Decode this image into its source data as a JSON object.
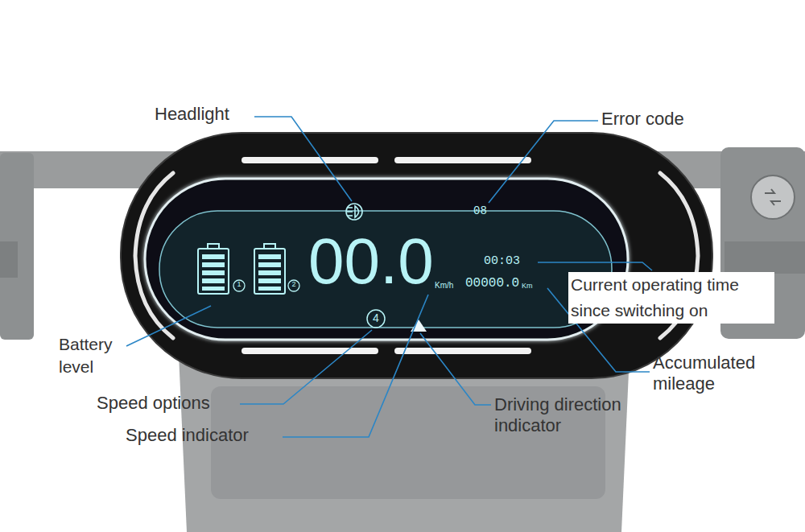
{
  "diagram": {
    "labels": [
      "Headlight",
      "Error code",
      "08",
      "00.0",
      "Km/h",
      "00:03",
      "00000.0",
      "Km",
      "Current operating time since switching on",
      "Battery level",
      "1",
      "2",
      "4",
      "Accumulated mileage",
      "Speed options",
      "Driving direction indicator",
      "Speed indicator"
    ]
  }
}
